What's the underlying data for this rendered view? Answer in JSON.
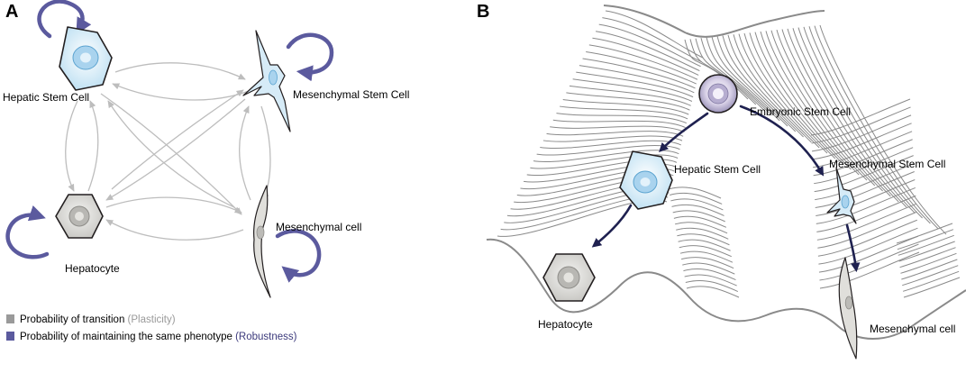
{
  "panel_a": {
    "letter": "A",
    "labels": {
      "hepatic_stem_cell": "Hepatic Stem Cell",
      "mesenchymal_stem_cell": "Mesenchymal Stem Cell",
      "hepatocyte": "Hepatocyte",
      "mesenchymal_cell": "Mesenchymal cell"
    },
    "legend": {
      "transition_text": "Probability of transition ",
      "transition_highlight": "(Plasticity)",
      "maintain_text": "Probability of maintaining the same phenotype ",
      "maintain_highlight": "(Robustness)"
    }
  },
  "panel_b": {
    "letter": "B",
    "labels": {
      "embryonic_stem_cell": "Embryonic Stem Cell",
      "hepatic_stem_cell": "Hepatic Stem Cell",
      "mesenchymal_stem_cell": "Mesenchymal Stem Cell",
      "hepatocyte": "Hepatocyte",
      "mesenchymal_cell": "Mesenchymal cell"
    }
  },
  "colors": {
    "robustness": "#5b5a9e",
    "plasticity": "#bdbdbd",
    "differentiation_arrow": "#1f2150",
    "stem_cell_fill": "#d6ebf7",
    "hepatocyte_fill": "#d7d6d2",
    "embryonic_fill": "#cfc7df",
    "landscape_line": "#8a8a8a"
  }
}
